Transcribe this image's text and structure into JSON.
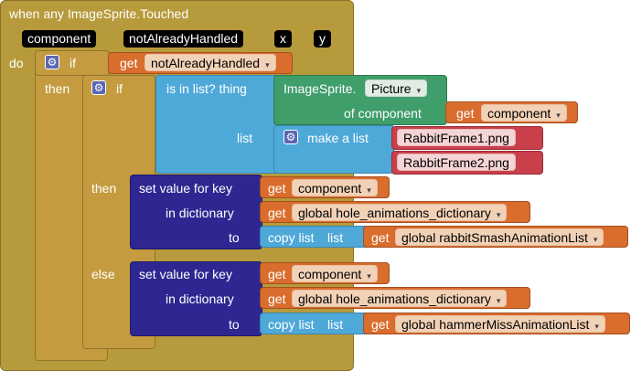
{
  "event": {
    "title": "when any ImageSprite.Touched",
    "params": [
      "component",
      "notAlreadyHandled",
      "x",
      "y"
    ],
    "do_label": "do"
  },
  "outer_if": {
    "if_label": "if",
    "then_label": "then",
    "condition": {
      "get": "get",
      "var": "notAlreadyHandled"
    }
  },
  "inner_if": {
    "if_label": "if",
    "then_label": "then",
    "else_label": "else",
    "is_in_list": {
      "label": "is in list? thing",
      "list_label": "list",
      "component_block": {
        "prefix": "ImageSprite.",
        "property": "Picture",
        "of_component": "of component",
        "get": "get",
        "var": "component"
      },
      "make_list": {
        "label": "make a list",
        "items": [
          "RabbitFrame1.png",
          "RabbitFrame2.png"
        ]
      }
    }
  },
  "then_branch": {
    "set_label": "set value for key",
    "in_dict_label": "in dictionary",
    "to_label": "to",
    "key": {
      "get": "get",
      "var": "component"
    },
    "dict": {
      "get": "get",
      "var": "global hole_animations_dictionary"
    },
    "copy_list": "copy list",
    "list_label": "list",
    "value": {
      "get": "get",
      "var": "global rabbitSmashAnimationList"
    }
  },
  "else_branch": {
    "set_label": "set value for key",
    "in_dict_label": "in dictionary",
    "to_label": "to",
    "key": {
      "get": "get",
      "var": "component"
    },
    "dict": {
      "get": "get",
      "var": "global hole_animations_dictionary"
    },
    "copy_list": "copy list",
    "list_label": "list",
    "value": {
      "get": "get",
      "var": "global hammerMissAnimationList"
    }
  },
  "icons": {
    "gear": "gear-icon",
    "dropdown": "dropdown-arrow-icon"
  },
  "colors": {
    "event": "#b79a3b",
    "control": "#c49c3f",
    "lists": "#4fa9d8",
    "dictionary": "#2e2791",
    "variables": "#d96d2e",
    "component": "#3f9e6a",
    "text": "#c9404a"
  }
}
